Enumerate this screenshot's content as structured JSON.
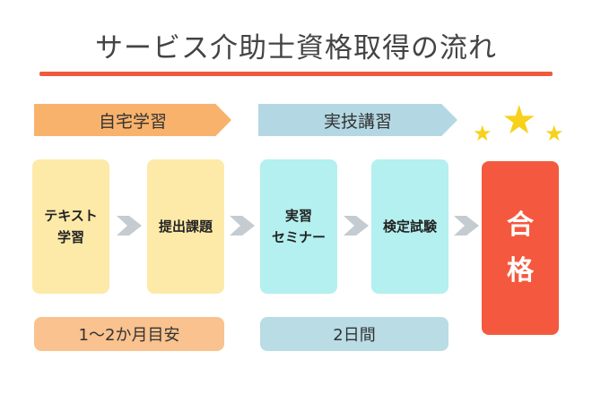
{
  "title": "サービス介助士資格取得の流れ",
  "phases": {
    "home": "自宅学習",
    "practical": "実技講習"
  },
  "steps": [
    {
      "line1": "テキスト",
      "line2": "学習"
    },
    {
      "line1": "提出課題",
      "line2": ""
    },
    {
      "line1": "実習",
      "line2": "セミナー"
    },
    {
      "line1": "検定試験",
      "line2": ""
    }
  ],
  "result": {
    "char1": "合",
    "char2": "格"
  },
  "durations": {
    "home": "1〜2か月目安",
    "practical": "2日間"
  },
  "colors": {
    "accent_rule": "#f05a3c",
    "home_phase": "#f9b26c",
    "practical_phase": "#b3d8e3",
    "home_step": "#fdeaa8",
    "practical_step": "#b3f0ef",
    "result": "#f4593f",
    "star": "#f7d11a",
    "arrow": "#c4cbd1"
  },
  "icons": [
    "star-icon",
    "chevron-right-icon"
  ]
}
